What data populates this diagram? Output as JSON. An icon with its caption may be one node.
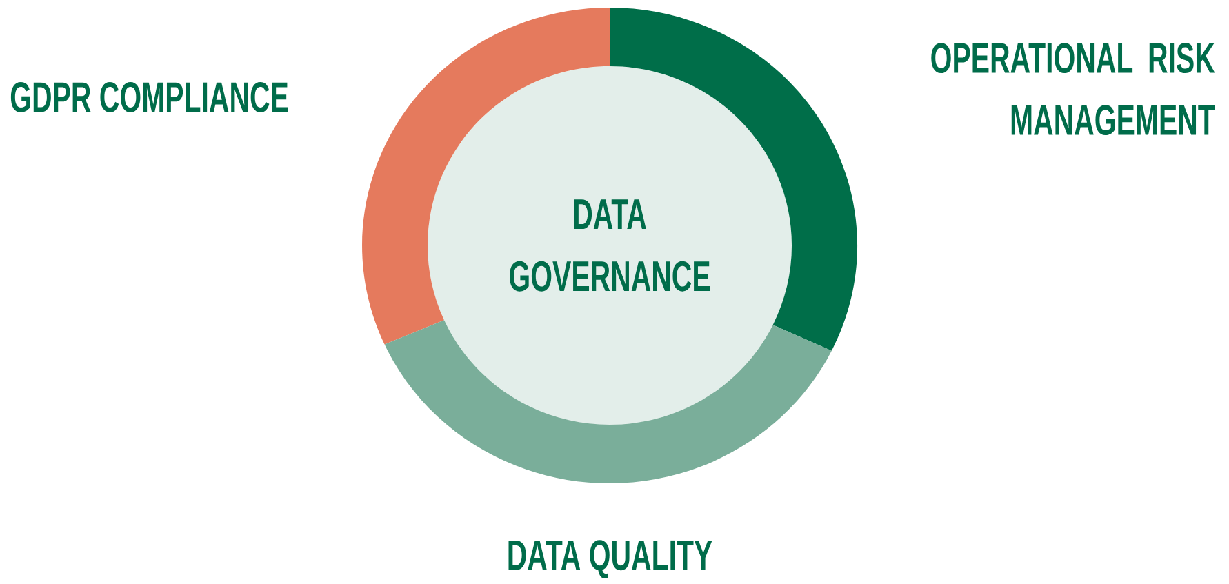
{
  "diagram": {
    "nodes": [
      {
        "text": [
          "DATA GOVERNANCE"
        ]
      },
      {
        "text": [],
        "shape": "arc",
        "beside": [
          "GDPR COMPLIANCE"
        ]
      },
      {
        "text": [],
        "shape": "arc",
        "beside": [
          "OPERATIONAL RISK MANAGEMENT"
        ]
      },
      {
        "text": [],
        "shape": "arc",
        "beside": [
          "DATA QUALITY"
        ]
      }
    ]
  }
}
